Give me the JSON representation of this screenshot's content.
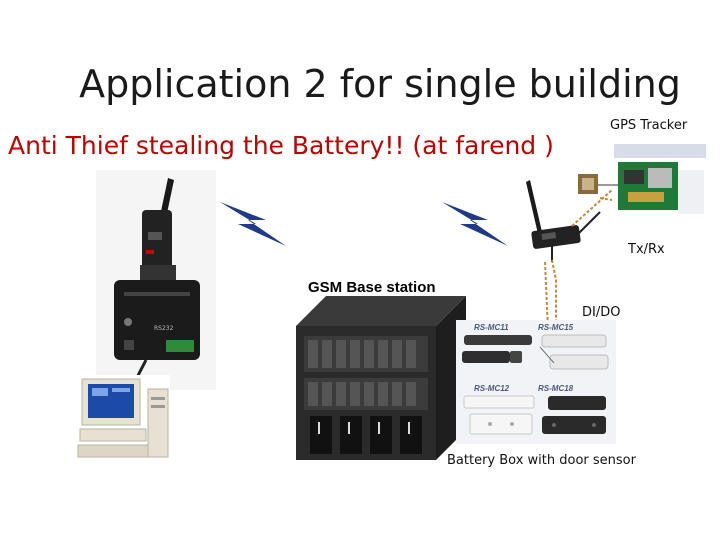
{
  "title": "Application 2 for single building",
  "subtitle": "Anti Thief stealing the Battery!! (at farend )",
  "labels": {
    "gps_tracker": "GPS Tracker",
    "txrx": "Tx/Rx",
    "gsm_base_station": "GSM Base station",
    "dido": "DI/DO",
    "battery_box": "Battery Box with door sensor"
  },
  "sensor_models": [
    "RS-MC11",
    "RS-MC15",
    "RS-MC12",
    "RS-MC18"
  ],
  "colors": {
    "title": "#1a1a1a",
    "subtitle": "#c00000",
    "lightning": "#1f3a8a"
  },
  "icons": [
    "gsm-modem-icon",
    "computer-icon",
    "lightning-icon",
    "gps-tracker-icon",
    "antenna-modem-icon",
    "base-station-rack-icon",
    "door-sensor-icon"
  ]
}
